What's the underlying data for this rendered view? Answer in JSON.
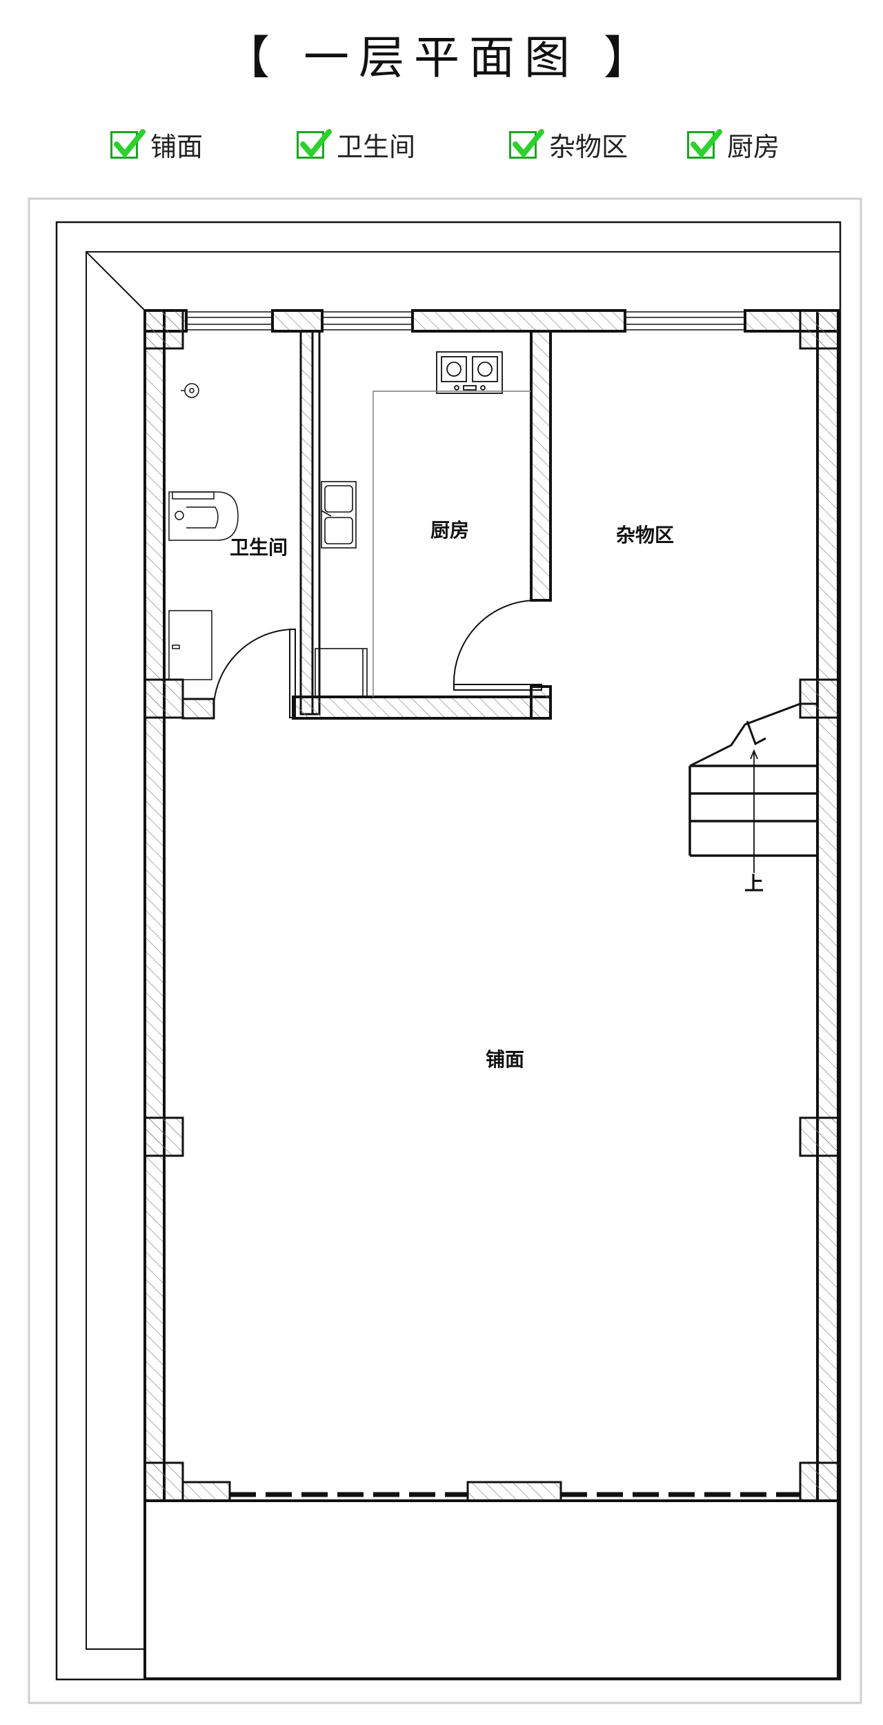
{
  "title": "【 一层平面图 】",
  "legend": [
    {
      "label": "铺面"
    },
    {
      "label": "卫生间"
    },
    {
      "label": "杂物区"
    },
    {
      "label": "厨房"
    }
  ],
  "rooms": {
    "toilet": "卫生间",
    "kitchen": "厨房",
    "storage": "杂物区",
    "shop": "铺面",
    "stair_up": "上"
  },
  "colors": {
    "check": "#1aa520",
    "wall": "#111111",
    "hatch": "#777777"
  }
}
